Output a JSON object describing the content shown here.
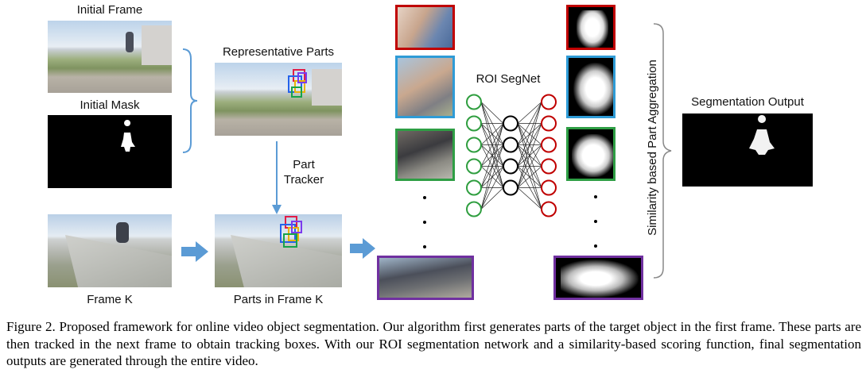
{
  "labels": {
    "initial_frame": "Initial Frame",
    "initial_mask": "Initial Mask",
    "representative_parts": "Representative Parts",
    "part_tracker_line1": "Part",
    "part_tracker_line2": "Tracker",
    "frame_k": "Frame K",
    "parts_in_frame_k": "Parts in Frame K",
    "roi_segnet": "ROI SegNet",
    "similarity_aggregation": "Similarity based Part Aggregation",
    "segmentation_output": "Segmentation Output"
  },
  "caption": {
    "label": "Figure 2.",
    "text": " Proposed framework for online video object segmentation. Our algorithm first generates parts of the target object in the first frame. These parts are then tracked in the next frame to obtain tracking boxes. With our ROI segmentation network and a similarity-based scoring function, final segmentation outputs are generated through the entire video."
  },
  "colors": {
    "arrow_blue": "#5b9bd5",
    "crop_red": "#c00000",
    "crop_blue": "#2e9bd6",
    "crop_green": "#2e9e44",
    "crop_purple": "#7030a0",
    "input_node": "#2f9e3f",
    "hidden_node": "#000000",
    "output_node": "#c00000",
    "bbox_colors": [
      "#e11d48",
      "#2563eb",
      "#eab308",
      "#16a34a",
      "#7c3aed"
    ]
  },
  "network": {
    "layers": [
      6,
      4,
      6
    ]
  }
}
